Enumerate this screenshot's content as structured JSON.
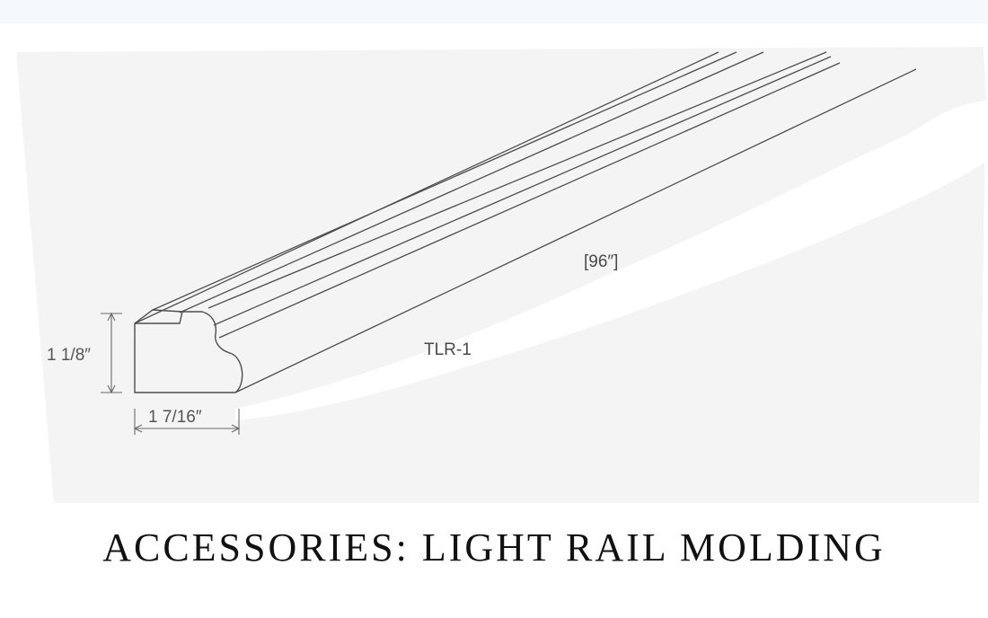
{
  "drawing": {
    "length_label": "[96″]",
    "part_label": "TLR-1",
    "height_label": "1 1/8″",
    "width_label": "1 7/16″"
  },
  "caption": "ACCESSORIES: LIGHT RAIL MOLDING",
  "colors": {
    "paper": "#f4f4f4",
    "line": "#4d4d4d",
    "caption": "#111111"
  }
}
